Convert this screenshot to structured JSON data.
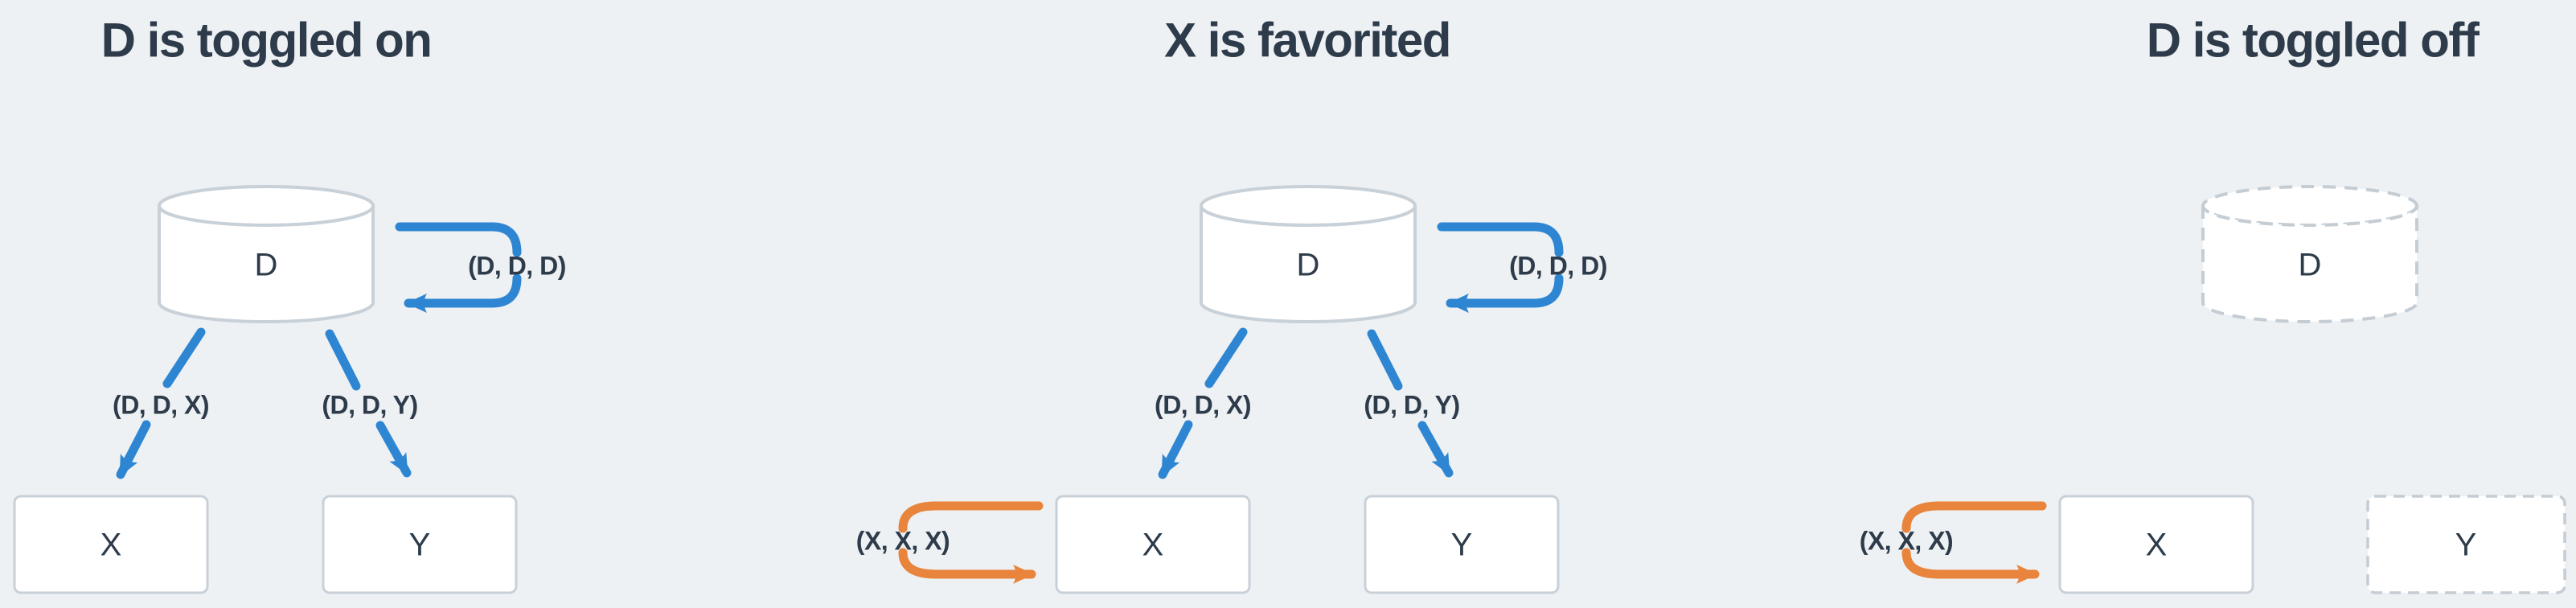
{
  "figure": {
    "background_color": "#eef1f4",
    "colors": {
      "text": "#2d3b4a",
      "arrow_blue": "#2e86d3",
      "arrow_orange": "#e8843c",
      "node_border": "#c8d0d8",
      "dashed_border": "#c4ccd4",
      "node_fill": "#ffffff"
    },
    "panels": [
      {
        "title": "D is toggled on",
        "cylinder_label": "D",
        "cylinder_state": "solid",
        "box_x_label": "X",
        "box_x_state": "solid",
        "box_y_label": "Y",
        "box_y_state": "solid",
        "d_self_loop_label": "(D, D, D)",
        "edge_d_to_x_label": "(D, D, X)",
        "edge_d_to_y_label": "(D, D, Y)"
      },
      {
        "title": "X is favorited",
        "cylinder_label": "D",
        "cylinder_state": "solid",
        "box_x_label": "X",
        "box_x_state": "solid",
        "box_y_label": "Y",
        "box_y_state": "solid",
        "d_self_loop_label": "(D, D, D)",
        "edge_d_to_x_label": "(D, D, X)",
        "edge_d_to_y_label": "(D, D, Y)",
        "x_self_loop_label": "(X, X, X)"
      },
      {
        "title": "D is toggled off",
        "cylinder_label": "D",
        "cylinder_state": "dashed",
        "box_x_label": "X",
        "box_x_state": "solid",
        "box_y_label": "Y",
        "box_y_state": "dashed",
        "x_self_loop_label": "(X, X, X)"
      }
    ]
  }
}
